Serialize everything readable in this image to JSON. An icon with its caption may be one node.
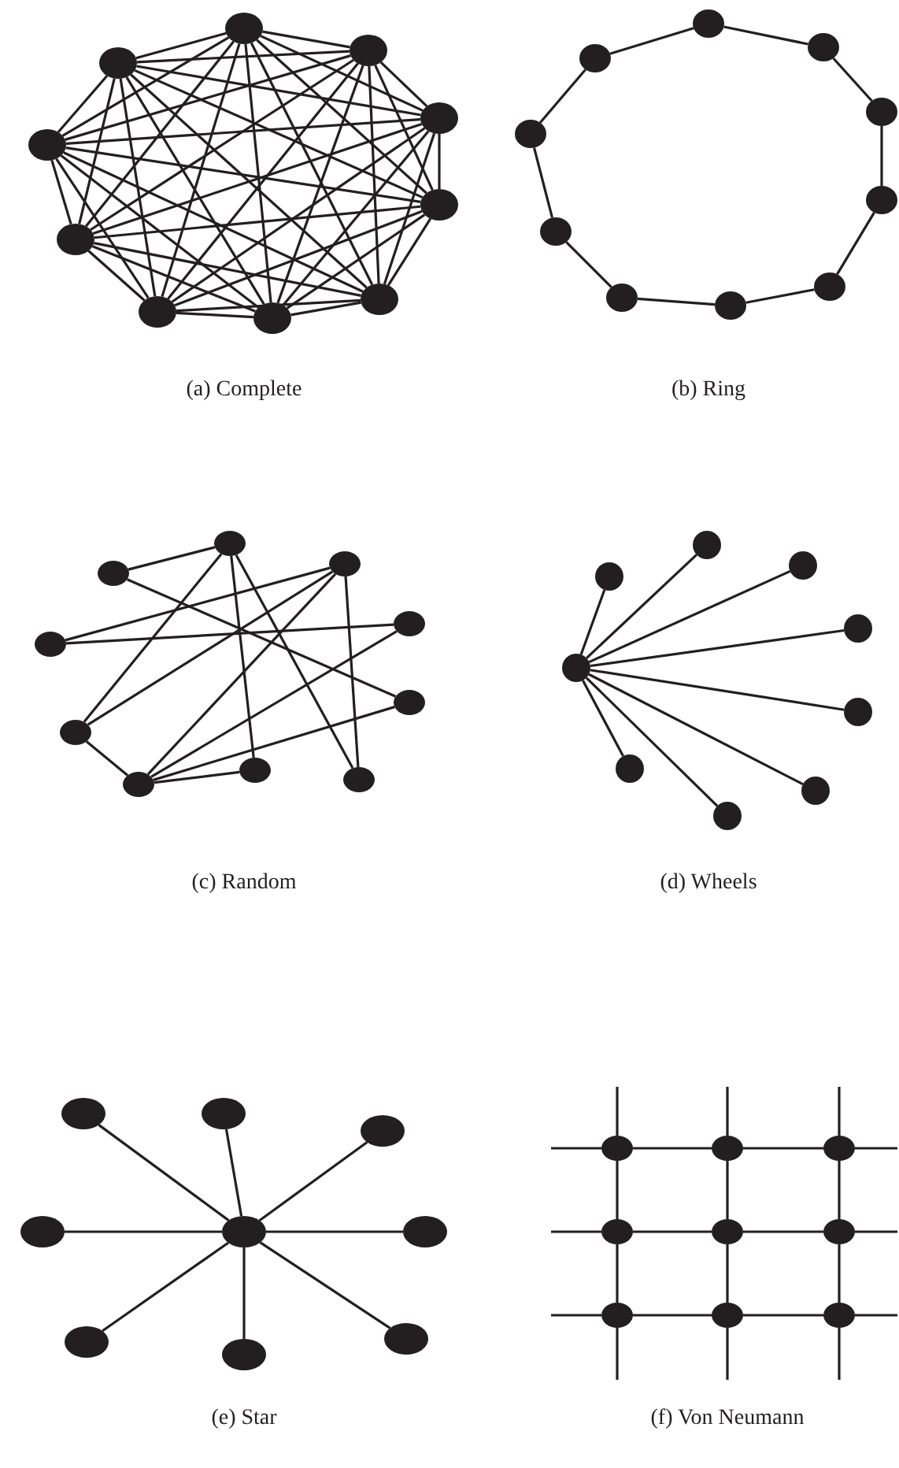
{
  "diagram": {
    "nodes": [
      {
        "text": [],
        "shape": "circle"
      },
      {
        "text": [],
        "shape": "circle"
      },
      {
        "text": [],
        "shape": "circle"
      },
      {
        "text": [],
        "shape": "circle"
      },
      {
        "text": [],
        "shape": "circle"
      },
      {
        "text": [],
        "shape": "circle"
      },
      {
        "text": [],
        "shape": "circle"
      },
      {
        "text": [],
        "shape": "circle"
      },
      {
        "text": [],
        "shape": "circle"
      },
      {
        "text": [],
        "shape": "circle"
      },
      {
        "text": [],
        "shape": "circle"
      },
      {
        "text": [],
        "shape": "circle"
      },
      {
        "text": [],
        "shape": "circle"
      },
      {
        "text": [],
        "shape": "circle"
      },
      {
        "text": [],
        "shape": "circle"
      },
      {
        "text": [],
        "shape": "circle"
      },
      {
        "text": [],
        "shape": "circle"
      },
      {
        "text": [],
        "shape": "circle"
      },
      {
        "text": [],
        "shape": "circle"
      },
      {
        "text": [],
        "shape": "circle"
      },
      {
        "text": [],
        "shape": "circle"
      },
      {
        "text": [],
        "shape": "circle"
      },
      {
        "text": [],
        "shape": "circle"
      },
      {
        "text": [],
        "shape": "circle"
      },
      {
        "text": [],
        "shape": "circle"
      },
      {
        "text": [],
        "shape": "circle"
      },
      {
        "text": [],
        "shape": "circle"
      },
      {
        "text": [],
        "shape": "circle"
      },
      {
        "text": [],
        "shape": "circle"
      },
      {
        "text": [],
        "shape": "circle"
      },
      {
        "text": [],
        "shape": "circle"
      },
      {
        "text": [],
        "shape": "circle"
      },
      {
        "text": [],
        "shape": "circle"
      },
      {
        "text": [],
        "shape": "circle"
      },
      {
        "text": [],
        "shape": "circle"
      },
      {
        "text": [],
        "shape": "circle"
      },
      {
        "text": [],
        "shape": "circle"
      },
      {
        "text": [],
        "shape": "circle"
      },
      {
        "text": [],
        "shape": "circle"
      },
      {
        "text": [],
        "shape": "circle"
      },
      {
        "text": [],
        "shape": "circle"
      },
      {
        "text": [],
        "shape": "circle"
      },
      {
        "text": [],
        "shape": "circle"
      },
      {
        "text": [],
        "shape": "circle"
      },
      {
        "text": [],
        "shape": "circle"
      },
      {
        "text": [],
        "shape": "circle"
      },
      {
        "text": [],
        "shape": "circle"
      },
      {
        "text": [],
        "shape": "circle"
      },
      {
        "text": [],
        "shape": "circle"
      },
      {
        "text": [],
        "shape": "circle"
      },
      {
        "text": [],
        "shape": "circle"
      },
      {
        "text": [],
        "shape": "circle"
      },
      {
        "text": [],
        "shape": "circle"
      },
      {
        "text": [],
        "shape": "circle"
      },
      {
        "text": [],
        "shape": "circle"
      },
      {
        "text": [],
        "shape": "circle"
      },
      {
        "text": [],
        "shape": "circle"
      }
    ],
    "edges": [
      {
        "from": 0,
        "to": 1,
        "arrow": "none"
      },
      {
        "from": 0,
        "to": 2,
        "arrow": "none"
      },
      {
        "from": 0,
        "to": 3,
        "arrow": "none"
      },
      {
        "from": 0,
        "to": 4,
        "arrow": "none"
      },
      {
        "from": 0,
        "to": 5,
        "arrow": "none"
      },
      {
        "from": 0,
        "to": 6,
        "arrow": "none"
      },
      {
        "from": 0,
        "to": 7,
        "arrow": "none"
      },
      {
        "from": 0,
        "to": 8,
        "arrow": "none"
      },
      {
        "from": 0,
        "to": 9,
        "arrow": "none"
      },
      {
        "from": 1,
        "to": 2,
        "arrow": "none"
      },
      {
        "from": 1,
        "to": 3,
        "arrow": "none"
      },
      {
        "from": 1,
        "to": 4,
        "arrow": "none"
      },
      {
        "from": 1,
        "to": 5,
        "arrow": "none"
      },
      {
        "from": 1,
        "to": 6,
        "arrow": "none"
      },
      {
        "from": 1,
        "to": 7,
        "arrow": "none"
      },
      {
        "from": 1,
        "to": 8,
        "arrow": "none"
      },
      {
        "from": 1,
        "to": 9,
        "arrow": "none"
      },
      {
        "from": 2,
        "to": 3,
        "arrow": "none"
      },
      {
        "from": 2,
        "to": 4,
        "arrow": "none"
      },
      {
        "from": 2,
        "to": 5,
        "arrow": "none"
      },
      {
        "from": 2,
        "to": 6,
        "arrow": "none"
      },
      {
        "from": 2,
        "to": 7,
        "arrow": "none"
      },
      {
        "from": 2,
        "to": 8,
        "arrow": "none"
      },
      {
        "from": 2,
        "to": 9,
        "arrow": "none"
      },
      {
        "from": 3,
        "to": 4,
        "arrow": "none"
      },
      {
        "from": 3,
        "to": 5,
        "arrow": "none"
      },
      {
        "from": 3,
        "to": 6,
        "arrow": "none"
      },
      {
        "from": 3,
        "to": 7,
        "arrow": "none"
      },
      {
        "from": 3,
        "to": 8,
        "arrow": "none"
      },
      {
        "from": 3,
        "to": 9,
        "arrow": "none"
      },
      {
        "from": 4,
        "to": 5,
        "arrow": "none"
      },
      {
        "from": 4,
        "to": 6,
        "arrow": "none"
      },
      {
        "from": 4,
        "to": 7,
        "arrow": "none"
      },
      {
        "from": 4,
        "to": 8,
        "arrow": "none"
      },
      {
        "from": 4,
        "to": 9,
        "arrow": "none"
      },
      {
        "from": 5,
        "to": 6,
        "arrow": "none"
      },
      {
        "from": 5,
        "to": 7,
        "arrow": "none"
      },
      {
        "from": 5,
        "to": 8,
        "arrow": "none"
      },
      {
        "from": 5,
        "to": 9,
        "arrow": "none"
      },
      {
        "from": 6,
        "to": 7,
        "arrow": "none"
      },
      {
        "from": 6,
        "to": 8,
        "arrow": "none"
      },
      {
        "from": 6,
        "to": 9,
        "arrow": "none"
      },
      {
        "from": 7,
        "to": 8,
        "arrow": "none"
      },
      {
        "from": 7,
        "to": 9,
        "arrow": "none"
      },
      {
        "from": 8,
        "to": 9,
        "arrow": "none"
      },
      {
        "from": 10,
        "to": 11,
        "arrow": "none"
      },
      {
        "from": 11,
        "to": 12,
        "arrow": "none"
      },
      {
        "from": 12,
        "to": 13,
        "arrow": "none"
      },
      {
        "from": 13,
        "to": 14,
        "arrow": "none"
      },
      {
        "from": 14,
        "to": 15,
        "arrow": "none"
      },
      {
        "from": 15,
        "to": 16,
        "arrow": "none"
      },
      {
        "from": 16,
        "to": 17,
        "arrow": "none"
      },
      {
        "from": 17,
        "to": 18,
        "arrow": "none"
      },
      {
        "from": 18,
        "to": 19,
        "arrow": "none"
      },
      {
        "from": 19,
        "to": 10,
        "arrow": "none"
      },
      {
        "from": 22,
        "to": 20,
        "arrow": "none"
      },
      {
        "from": 22,
        "to": 25,
        "arrow": "none"
      },
      {
        "from": 24,
        "to": 21,
        "arrow": "none"
      },
      {
        "from": 24,
        "to": 23,
        "arrow": "none"
      },
      {
        "from": 20,
        "to": 26,
        "arrow": "none"
      },
      {
        "from": 20,
        "to": 27,
        "arrow": "none"
      },
      {
        "from": 20,
        "to": 28,
        "arrow": "none"
      },
      {
        "from": 21,
        "to": 26,
        "arrow": "none"
      },
      {
        "from": 21,
        "to": 29,
        "arrow": "none"
      },
      {
        "from": 21,
        "to": 28,
        "arrow": "none"
      },
      {
        "from": 23,
        "to": 29,
        "arrow": "none"
      },
      {
        "from": 25,
        "to": 29,
        "arrow": "none"
      },
      {
        "from": 26,
        "to": 29,
        "arrow": "none"
      },
      {
        "from": 29,
        "to": 27,
        "arrow": "none"
      },
      {
        "from": 34,
        "to": 32,
        "arrow": "none"
      },
      {
        "from": 34,
        "to": 30,
        "arrow": "none"
      },
      {
        "from": 34,
        "to": 31,
        "arrow": "none"
      },
      {
        "from": 34,
        "to": 33,
        "arrow": "none"
      },
      {
        "from": 34,
        "to": 35,
        "arrow": "none"
      },
      {
        "from": 34,
        "to": 37,
        "arrow": "none"
      },
      {
        "from": 34,
        "to": 38,
        "arrow": "none"
      },
      {
        "from": 34,
        "to": 36,
        "arrow": "none"
      },
      {
        "from": 43,
        "to": 40,
        "arrow": "none"
      },
      {
        "from": 43,
        "to": 39,
        "arrow": "none"
      },
      {
        "from": 43,
        "to": 41,
        "arrow": "none"
      },
      {
        "from": 43,
        "to": 44,
        "arrow": "none"
      },
      {
        "from": 43,
        "to": 46,
        "arrow": "none"
      },
      {
        "from": 43,
        "to": 47,
        "arrow": "none"
      },
      {
        "from": 43,
        "to": 45,
        "arrow": "none"
      },
      {
        "from": 43,
        "to": 42,
        "arrow": "none"
      },
      {
        "from": 48,
        "to": 49,
        "arrow": "none"
      },
      {
        "from": 49,
        "to": 50,
        "arrow": "none"
      },
      {
        "from": 51,
        "to": 52,
        "arrow": "none"
      },
      {
        "from": 52,
        "to": 53,
        "arrow": "none"
      },
      {
        "from": 54,
        "to": 55,
        "arrow": "none"
      },
      {
        "from": 55,
        "to": 56,
        "arrow": "none"
      },
      {
        "from": 48,
        "to": 51,
        "arrow": "none"
      },
      {
        "from": 51,
        "to": 54,
        "arrow": "none"
      },
      {
        "from": 49,
        "to": 52,
        "arrow": "none"
      },
      {
        "from": 52,
        "to": 55,
        "arrow": "none"
      },
      {
        "from": 50,
        "to": 53,
        "arrow": "none"
      },
      {
        "from": 53,
        "to": 56,
        "arrow": "none"
      },
      {
        "from": 48,
        "to": null,
        "arrow": "none"
      },
      {
        "from": 51,
        "to": null,
        "arrow": "none"
      },
      {
        "from": 54,
        "to": null,
        "arrow": "none"
      },
      {
        "from": 50,
        "to": null,
        "arrow": "none"
      },
      {
        "from": 53,
        "to": null,
        "arrow": "none"
      },
      {
        "from": 56,
        "to": null,
        "arrow": "none"
      },
      {
        "from": 48,
        "to": null,
        "arrow": "none"
      },
      {
        "from": 49,
        "to": null,
        "arrow": "none"
      },
      {
        "from": 50,
        "to": null,
        "arrow": "none"
      },
      {
        "from": 54,
        "to": null,
        "arrow": "none"
      },
      {
        "from": 55,
        "to": null,
        "arrow": "none"
      },
      {
        "from": 56,
        "to": null,
        "arrow": "none"
      }
    ],
    "labels": [
      "(a) Complete",
      "(b) Ring",
      "(c) Random",
      "(d) Wheels",
      "(e) Star",
      "(f) Von Neumann"
    ]
  }
}
